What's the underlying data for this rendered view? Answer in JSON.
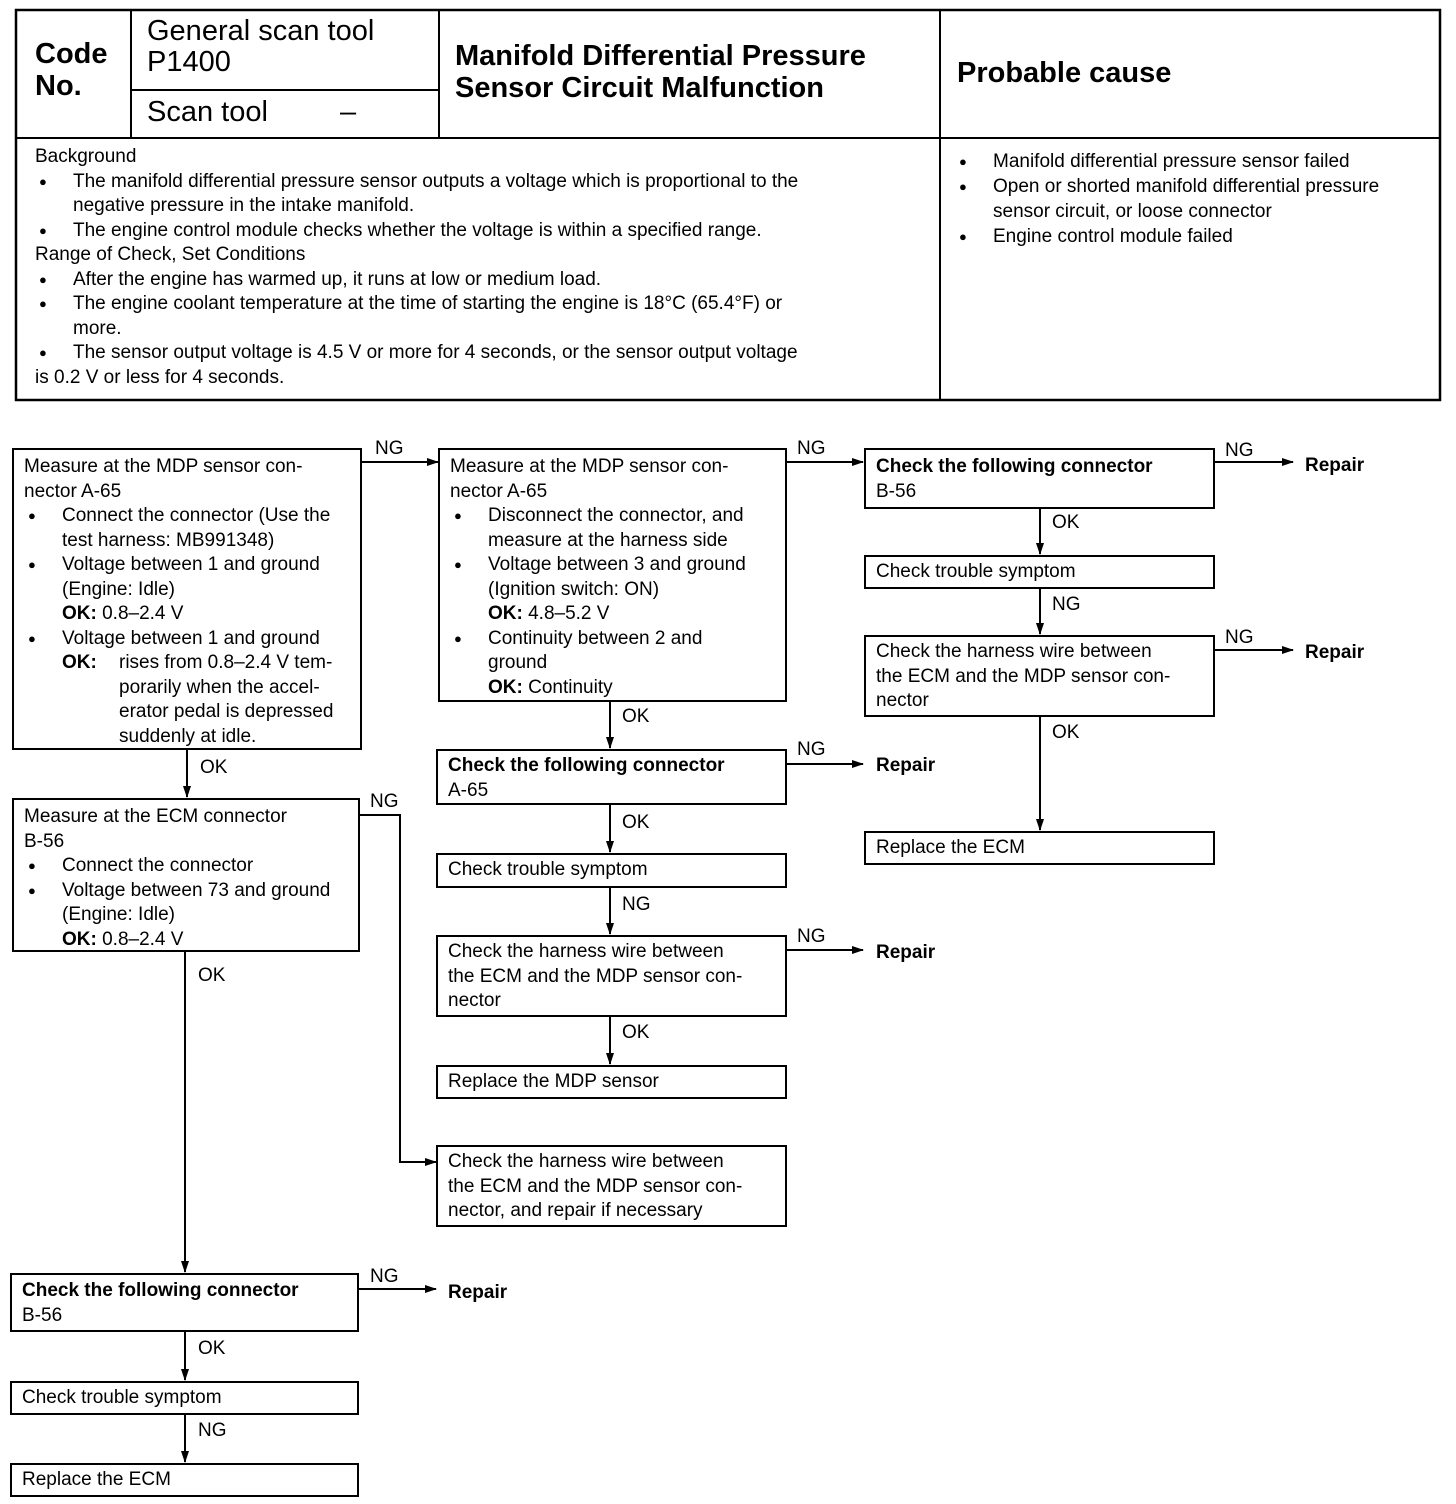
{
  "header": {
    "code_label_1": "Code",
    "code_label_2": "No.",
    "general_scan_tool_label": "General scan tool",
    "general_scan_tool_code": "P1400",
    "scan_tool_label": "Scan tool",
    "scan_tool_value": "–",
    "title_line_1": "Manifold Differential Pressure",
    "title_line_2": "Sensor Circuit Malfunction",
    "probable_cause_heading": "Probable cause"
  },
  "description": {
    "background_heading": "Background",
    "background_items": [
      [
        "The manifold differential pressure sensor outputs a voltage which is proportional to the",
        "negative pressure in the intake manifold."
      ],
      [
        "The engine control module checks whether the voltage is within a specified range."
      ]
    ],
    "range_heading": "Range of Check, Set Conditions",
    "range_items": [
      [
        "After the engine has warmed up, it runs at low or medium load."
      ],
      [
        "The engine coolant temperature at the time of starting the engine is 18°C (65.4°F) or",
        "more."
      ],
      [
        "The sensor output voltage is 4.5 V or more for 4 seconds, or the sensor output voltage",
        "is 0.2 V or less for 4 seconds."
      ]
    ]
  },
  "probable_causes": [
    [
      "Manifold differential pressure sensor failed"
    ],
    [
      "Open or shorted manifold differential pressure",
      "sensor circuit, or loose connector"
    ],
    [
      "Engine control module failed"
    ]
  ],
  "flow": {
    "box1": {
      "lines": [
        "Measure at the MDP sensor con-",
        "nector A-65"
      ],
      "bullets": [
        {
          "lines": [
            "Connect the connector (Use the",
            "test harness: MB991348)"
          ]
        },
        {
          "lines": [
            "Voltage between 1 and ground",
            "(Engine: Idle)"
          ],
          "ok_label": "OK:",
          "ok_lines": [
            "0.8–2.4 V"
          ]
        },
        {
          "lines": [
            "Voltage between 1 and ground"
          ],
          "ok_label": "OK:",
          "ok_lines": [
            "rises from 0.8–2.4 V tem-",
            "porarily when the accel-",
            "erator pedal is depressed",
            "suddenly at idle."
          ]
        }
      ]
    },
    "box2": {
      "lines": [
        "Measure at the MDP sensor con-",
        "nector A-65"
      ],
      "bullets": [
        {
          "lines": [
            "Disconnect the connector, and",
            "measure at the harness side"
          ]
        },
        {
          "lines": [
            "Voltage between 3 and ground",
            "(Ignition switch: ON)"
          ],
          "ok_label": "OK:",
          "ok_lines": [
            "4.8–5.2 V"
          ]
        },
        {
          "lines": [
            "Continuity between 2 and",
            "ground"
          ],
          "ok_label": "OK:",
          "ok_lines": [
            "Continuity"
          ]
        }
      ]
    },
    "box3": {
      "lines": [
        "Measure at the ECM connector",
        "B-56"
      ],
      "bullets": [
        {
          "lines": [
            "Connect the connector"
          ]
        },
        {
          "lines": [
            "Voltage between 73 and ground",
            "(Engine: Idle)"
          ],
          "ok_label": "OK:",
          "ok_lines": [
            "0.8–2.4 V"
          ]
        }
      ]
    },
    "b56_check_a": {
      "title": "Check the following connector",
      "sub": "B-56"
    },
    "b56_symptom_a": "Check trouble symptom",
    "b56_harness_a": [
      "Check the harness wire between",
      "the ECM and the MDP sensor con-",
      "nector"
    ],
    "b56_replace_a": "Replace the ECM",
    "a65_check": {
      "title": "Check the following connector",
      "sub": "A-65"
    },
    "a65_symptom": "Check trouble symptom",
    "a65_harness": [
      "Check the harness wire between",
      "the ECM and the MDP sensor con-",
      "nector"
    ],
    "a65_replace": "Replace the MDP sensor",
    "harness_repair": [
      "Check the harness wire between",
      "the ECM and the MDP sensor con-",
      "nector, and repair if necessary"
    ],
    "b56_check_b": {
      "title": "Check the following connector",
      "sub": "B-56"
    },
    "b56_symptom_b": "Check trouble symptom",
    "b56_replace_b": "Replace the ECM",
    "labels": {
      "ok": "OK",
      "ng": "NG",
      "repair": "Repair"
    }
  }
}
